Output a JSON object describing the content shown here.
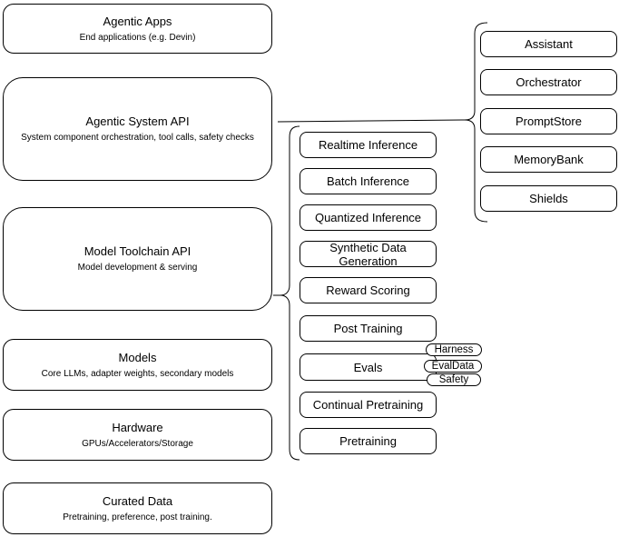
{
  "diagram": {
    "left_column": [
      {
        "title": "Agentic Apps",
        "subtitle": "End applications (e.g. Devin)"
      },
      {
        "title": "Agentic System API",
        "subtitle": "System component orchestration, tool calls, safety checks"
      },
      {
        "title": "Model Toolchain API",
        "subtitle": "Model development & serving"
      },
      {
        "title": "Models",
        "subtitle": "Core LLMs, adapter weights, secondary models"
      },
      {
        "title": "Hardware",
        "subtitle": "GPUs/Accelerators/Storage"
      },
      {
        "title": "Curated Data",
        "subtitle": "Pretraining, preference, post training."
      }
    ],
    "toolchain_items": [
      "Realtime Inference",
      "Batch Inference",
      "Quantized Inference",
      "Synthetic Data Generation",
      "Reward Scoring",
      "Post Training",
      "Evals",
      "Continual Pretraining",
      "Pretraining"
    ],
    "evals_tags": [
      "Harness",
      "EvalData",
      "Safety"
    ],
    "system_components": [
      "Assistant",
      "Orchestrator",
      "PromptStore",
      "MemoryBank",
      "Shields"
    ],
    "colors": {
      "stroke": "#000000",
      "fill": "#ffffff",
      "background": "#ffffff"
    }
  }
}
